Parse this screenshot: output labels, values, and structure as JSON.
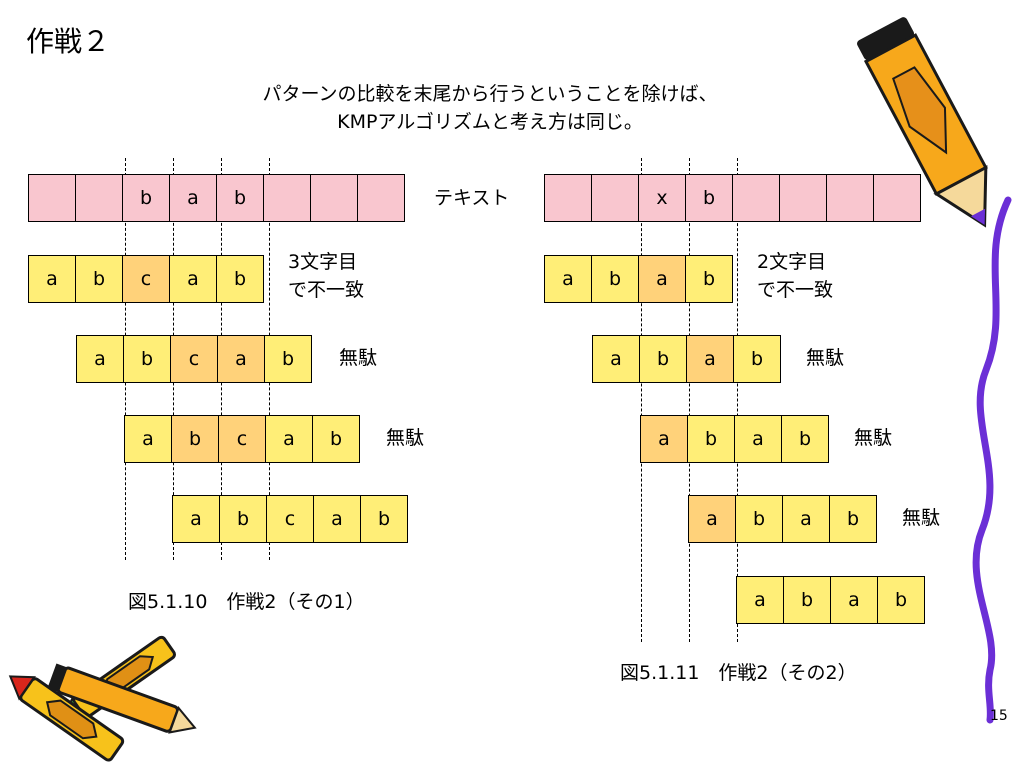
{
  "slide": {
    "title": "作戦２",
    "subtitle_line1": "パターンの比較を末尾から行うということを除けば、",
    "subtitle_line2": "KMPアルゴリズムと考え方は同じ。",
    "page_number": "15"
  },
  "left": {
    "text_cells": [
      "",
      "",
      "b",
      "a",
      "b",
      "",
      "",
      ""
    ],
    "text_label": "テキスト",
    "rows": [
      {
        "cells": [
          "a",
          "b",
          "c",
          "a",
          "b"
        ],
        "label_line1": "3文字目",
        "label_line2": "で不一致"
      },
      {
        "cells": [
          "a",
          "b",
          "c",
          "a",
          "b"
        ],
        "label_line1": "無駄",
        "label_line2": ""
      },
      {
        "cells": [
          "a",
          "b",
          "c",
          "a",
          "b"
        ],
        "label_line1": "無駄",
        "label_line2": ""
      },
      {
        "cells": [
          "a",
          "b",
          "c",
          "a",
          "b"
        ],
        "label_line1": "",
        "label_line2": ""
      }
    ],
    "caption": "図5.1.10　作戦2（その1）"
  },
  "right": {
    "text_cells": [
      "",
      "",
      "x",
      "b",
      "",
      "",
      "",
      ""
    ],
    "rows": [
      {
        "cells": [
          "a",
          "b",
          "a",
          "b"
        ],
        "label_line1": "2文字目",
        "label_line2": "で不一致"
      },
      {
        "cells": [
          "a",
          "b",
          "a",
          "b"
        ],
        "label_line1": "無駄",
        "label_line2": ""
      },
      {
        "cells": [
          "a",
          "b",
          "a",
          "b"
        ],
        "label_line1": "無駄",
        "label_line2": ""
      },
      {
        "cells": [
          "a",
          "b",
          "a",
          "b"
        ],
        "label_line1": "無駄",
        "label_line2": ""
      },
      {
        "cells": [
          "a",
          "b",
          "a",
          "b"
        ],
        "label_line1": "",
        "label_line2": ""
      }
    ],
    "caption": "図5.1.11　作戦2（その2）"
  },
  "colors": {
    "text_cell": "#f9c6cf",
    "pattern_cell": "#ffee77",
    "highlight_cell": "#ffd27a",
    "wavy_line": "#6b2fd6"
  },
  "decorations": {
    "top_right": "pencil-icon",
    "bottom_left": "crayons-icon"
  }
}
